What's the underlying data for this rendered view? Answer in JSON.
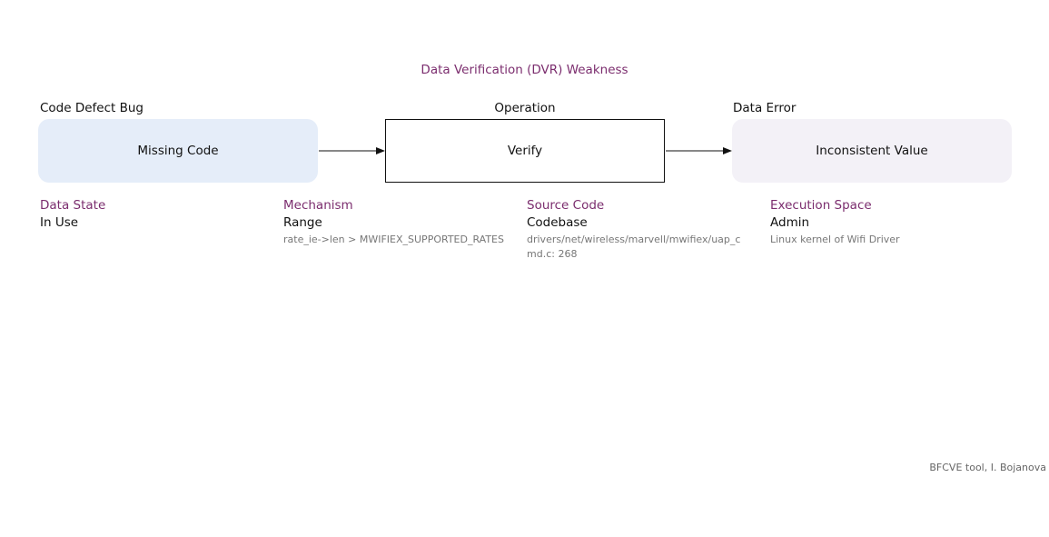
{
  "diagram": {
    "title": "Data Verification (DVR) Weakness",
    "columns": {
      "cause_heading": "Code Defect Bug",
      "operation_heading": "Operation",
      "result_heading": "Data Error"
    },
    "nodes": {
      "cause": "Missing Code",
      "operation": "Verify",
      "result": "Inconsistent Value"
    },
    "attributes": [
      {
        "label": "Data State",
        "value": "In Use",
        "detail": ""
      },
      {
        "label": "Mechanism",
        "value": "Range",
        "detail": "rate_ie->len > MWIFIEX_SUPPORTED_RATES"
      },
      {
        "label": "Source Code",
        "value": "Codebase",
        "detail": "drivers/net/wireless/marvell/mwifiex/uap_cmd.c: 268"
      },
      {
        "label": "Execution Space",
        "value": "Admin",
        "detail": "Linux kernel of Wifi Driver"
      }
    ],
    "footer": "BFCVE tool, I. Bojanova",
    "colors": {
      "accent": "#7b2d6e",
      "cause_fill": "#e5edf9",
      "result_fill": "#f3f1f7",
      "detail_text": "#777777"
    }
  }
}
